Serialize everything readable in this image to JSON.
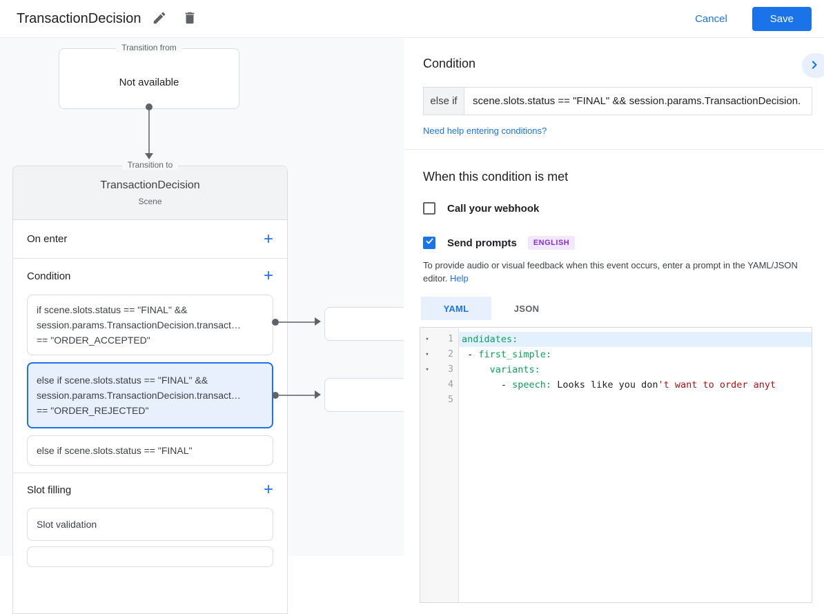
{
  "header": {
    "title": "TransactionDecision",
    "cancel_label": "Cancel",
    "save_label": "Save"
  },
  "icons": {
    "plus": "+",
    "fold_arrow": "▾"
  },
  "flow": {
    "transition_from": {
      "label": "Transition from",
      "value": "Not available"
    },
    "transition_to": {
      "label": "Transition to",
      "title": "TransactionDecision",
      "subtitle": "Scene",
      "on_enter_label": "On enter",
      "condition_label": "Condition",
      "slot_filling_label": "Slot filling",
      "condition_cards": [
        {
          "lines": [
            "if scene.slots.status == \"FINAL\" &&",
            "session.params.TransactionDecision.transact…",
            "== \"ORDER_ACCEPTED\""
          ]
        },
        {
          "selected": true,
          "lines": [
            "else if scene.slots.status == \"FINAL\" &&",
            "session.params.TransactionDecision.transact…",
            "== \"ORDER_REJECTED\""
          ]
        },
        {
          "lines": [
            "else if scene.slots.status == \"FINAL\""
          ]
        }
      ],
      "slot_cards": [
        {
          "label": "Slot validation"
        }
      ]
    }
  },
  "panel": {
    "condition_heading": "Condition",
    "condition_prefix": "else if",
    "condition_value": "scene.slots.status == \"FINAL\" && session.params.TransactionDecision.",
    "help_link": "Need help entering conditions?",
    "when_heading": "When this condition is met",
    "webhook_label": "Call your webhook",
    "send_prompts_label": "Send prompts",
    "language_badge": "ENGLISH",
    "feedback_text": "To provide audio or visual feedback when this event occurs, enter a prompt in the YAML/JSON editor.",
    "feedback_help_label": "Help",
    "tabs": [
      {
        "label": "YAML"
      },
      {
        "label": "JSON"
      }
    ],
    "editor": {
      "lines": [
        {
          "num": "1",
          "segments": {
            "s0": "andidates:"
          }
        },
        {
          "num": "2",
          "segments": {
            "s0": " - ",
            "s1": "first_simple:"
          }
        },
        {
          "num": "3",
          "segments": {
            "s0": "     ",
            "s1": "variants:"
          }
        },
        {
          "num": "4",
          "segments": {
            "s0": "       - ",
            "s1": "speech:",
            "s2": " Looks like you don",
            "s3": "'t want to order anyt"
          }
        },
        {
          "num": "5",
          "segments": {}
        }
      ]
    }
  },
  "colors": {
    "accent_blue": "#1a73e8",
    "selected_card_bg": "#e8f0fe",
    "badge_purple": "#8430ce",
    "code_key_green": "#0f9d58",
    "code_string_red": "#aa1111"
  }
}
